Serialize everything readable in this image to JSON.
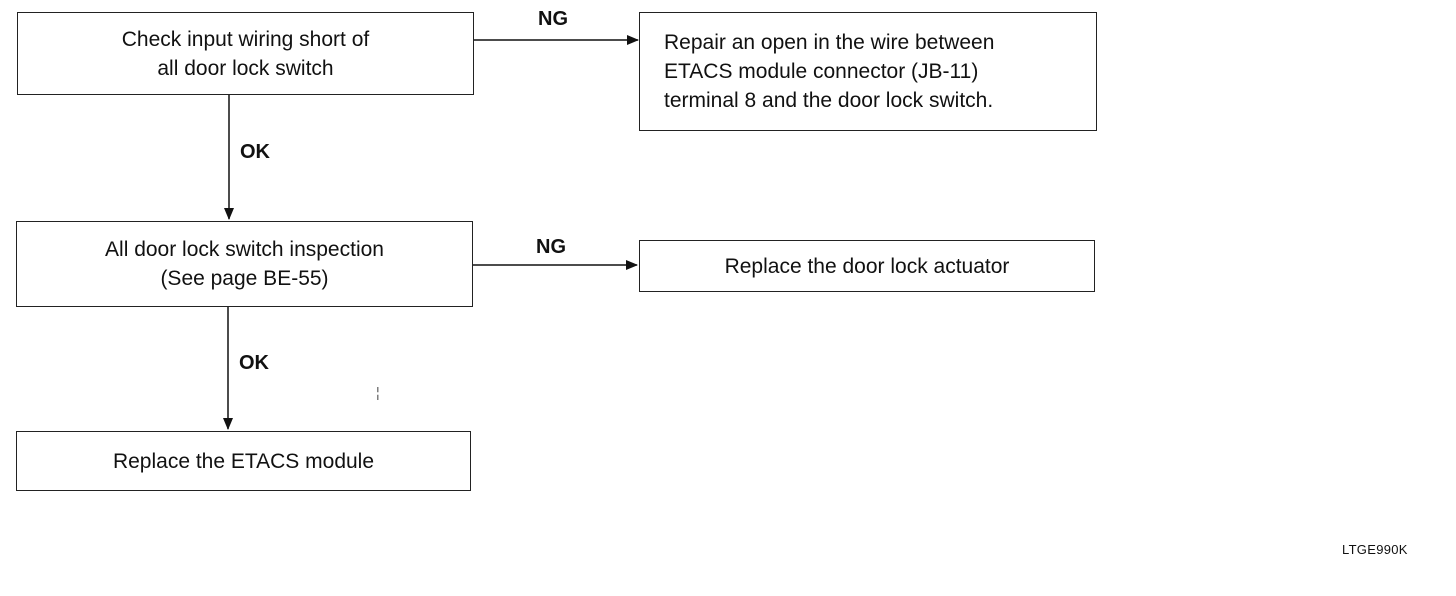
{
  "boxes": {
    "check_wiring": {
      "line1": "Check input wiring short of",
      "line2": "all door lock switch"
    },
    "repair_open": {
      "line1": "Repair an open in the wire between",
      "line2": "ETACS module connector (JB-11)",
      "line3": "terminal 8 and the door lock switch."
    },
    "switch_inspection": {
      "line1": "All door lock switch inspection",
      "line2": "(See page BE-55)"
    },
    "replace_actuator": {
      "line1": "Replace the door lock actuator"
    },
    "replace_module": {
      "line1": "Replace the ETACS module"
    }
  },
  "labels": {
    "ng_1": "NG",
    "ok_1": "OK",
    "ng_2": "NG",
    "ok_2": "OK"
  },
  "reference_code": "LTGE990K"
}
